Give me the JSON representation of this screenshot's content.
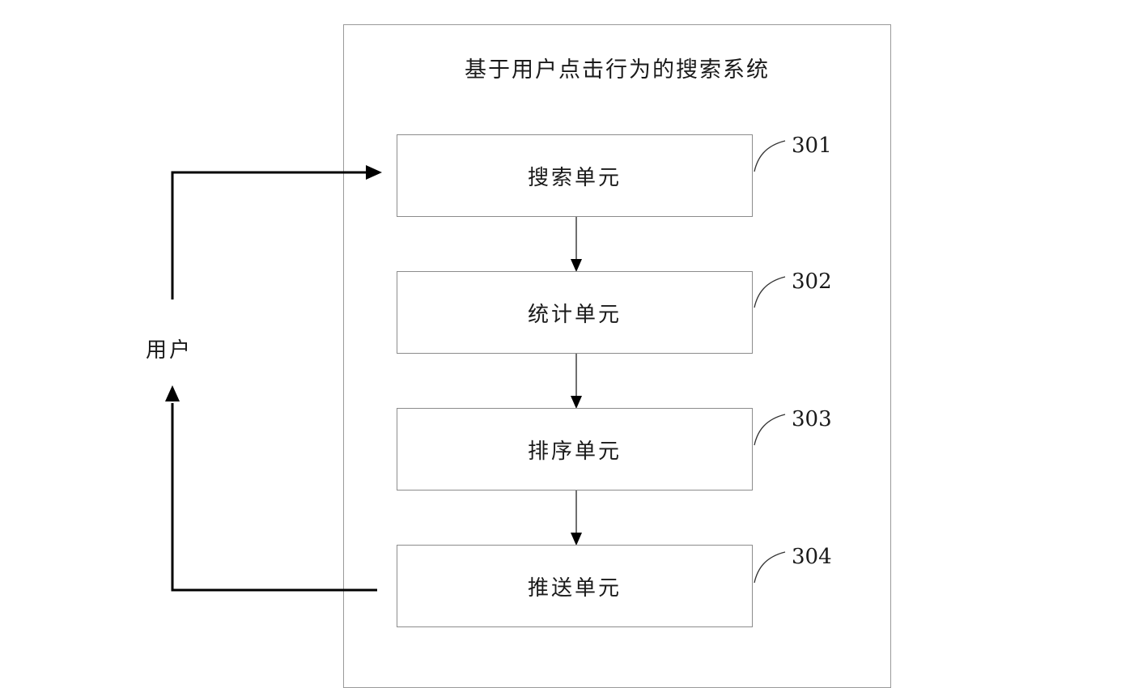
{
  "system": {
    "title": "基于用户点击行为的搜索系统"
  },
  "units": [
    {
      "label": "搜索单元",
      "ref": "301"
    },
    {
      "label": "统计单元",
      "ref": "302"
    },
    {
      "label": "排序单元",
      "ref": "303"
    },
    {
      "label": "推送单元",
      "ref": "304"
    }
  ],
  "user": {
    "label": "用户"
  },
  "colors": {
    "line": "#000000",
    "box_border": "#8c8c8c",
    "frame_border": "#9a9a9a"
  }
}
